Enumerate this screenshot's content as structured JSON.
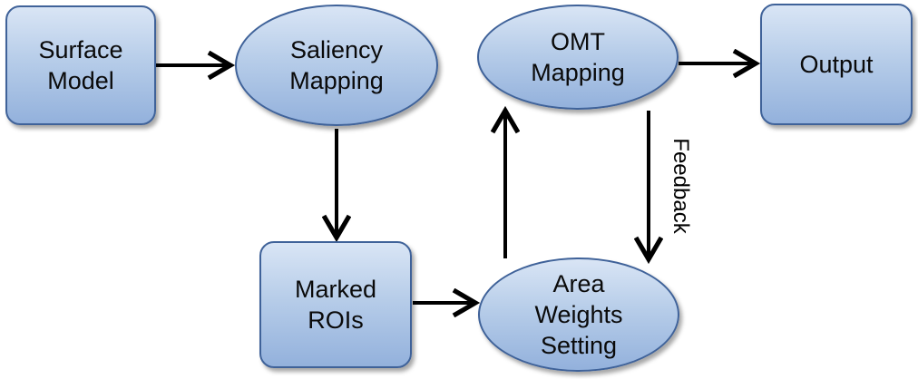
{
  "nodes": {
    "surface_model": {
      "line1": "Surface",
      "line2": "Model"
    },
    "saliency_mapping": {
      "line1": "Saliency",
      "line2": "Mapping"
    },
    "omt_mapping": {
      "line1": "OMT",
      "line2": "Mapping"
    },
    "output": {
      "line1": "Output"
    },
    "marked_rois": {
      "line1": "Marked",
      "line2": "ROIs"
    },
    "area_weights_setting": {
      "line1": "Area",
      "line2": "Weights",
      "line3": "Setting"
    }
  },
  "edges": {
    "feedback_label": "Feedback"
  },
  "colors": {
    "node_fill_top": "#d9e5f5",
    "node_fill_bottom": "#93b1dc",
    "node_border": "#3f6299",
    "arrow": "#000000"
  }
}
